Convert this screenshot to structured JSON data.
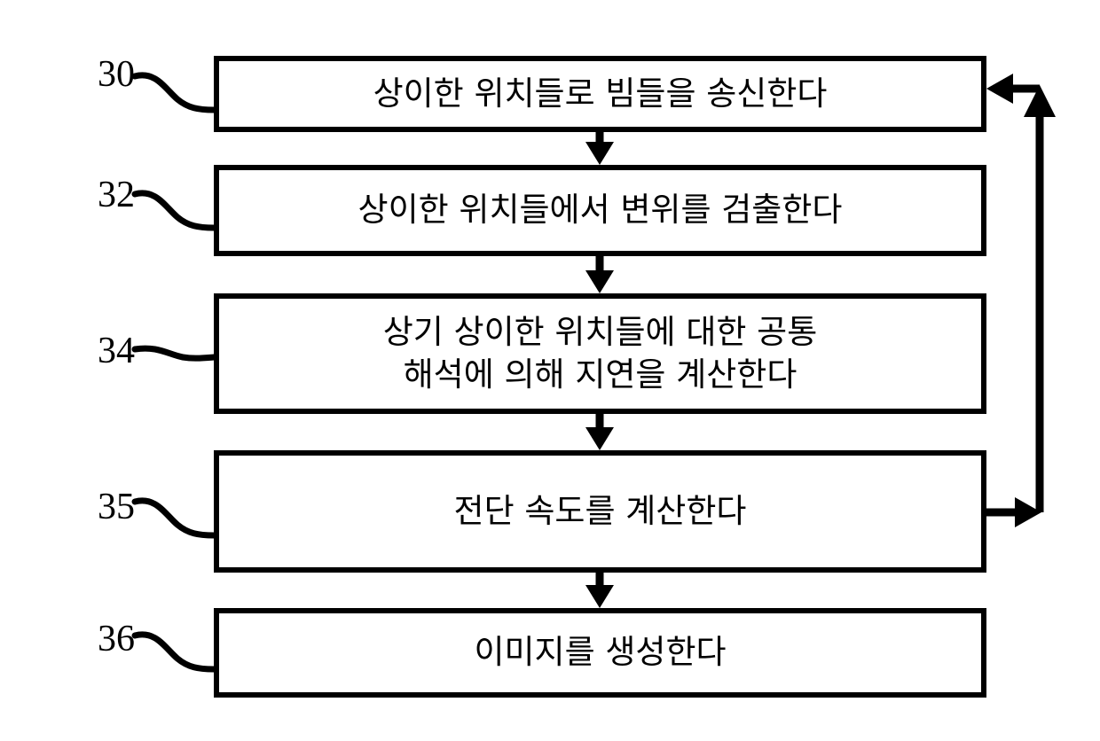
{
  "figure": {
    "type": "patent-flowchart",
    "language": "ko",
    "background_color": "#ffffff",
    "line_color": "#000000"
  },
  "steps": [
    {
      "ref": "30",
      "text": "상이한 위치들로 빔들을 송신한다",
      "lines": [
        "상이한 위치들로 빔들을 송신한다"
      ]
    },
    {
      "ref": "32",
      "text": "상이한 위치들에서 변위를 검출한다",
      "lines": [
        "상이한 위치들에서 변위를 검출한다"
      ]
    },
    {
      "ref": "34",
      "text": "상기 상이한 위치들에 대한 공통\n해석에 의해 지연을 계산한다",
      "lines": [
        "상기 상이한 위치들에 대한 공통",
        "해석에 의해 지연을 계산한다"
      ]
    },
    {
      "ref": "35",
      "text": "전단 속도를 계산한다",
      "lines": [
        "전단 속도를 계산한다"
      ]
    },
    {
      "ref": "36",
      "text": "이미지를 생성한다",
      "lines": [
        "이미지를 생성한다"
      ]
    }
  ],
  "connectors": {
    "forward_arrows": [
      {
        "from_ref": "30",
        "to_ref": "32",
        "direction": "down"
      },
      {
        "from_ref": "32",
        "to_ref": "34",
        "direction": "down"
      },
      {
        "from_ref": "34",
        "to_ref": "35",
        "direction": "down"
      },
      {
        "from_ref": "35",
        "to_ref": "36",
        "direction": "down"
      }
    ],
    "feedback_loop": {
      "from_ref": "35",
      "to_ref": "30",
      "path": "right-up-left",
      "arrowheads": [
        "right",
        "up",
        "left"
      ]
    }
  }
}
